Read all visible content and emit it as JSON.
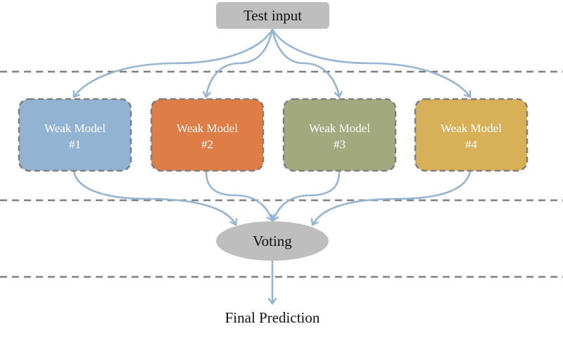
{
  "diagram": {
    "title": "Ensemble voting diagram",
    "input_node": {
      "label": "Test input",
      "color": "#bebebe"
    },
    "models": [
      {
        "line1": "Weak Model",
        "line2": "#1",
        "color": "#93b3d2"
      },
      {
        "line1": "Weak Model",
        "line2": "#2",
        "color": "#de7d45"
      },
      {
        "line1": "Weak Model",
        "line2": "#3",
        "color": "#a3a97e"
      },
      {
        "line1": "Weak Model",
        "line2": "#4",
        "color": "#d8b058"
      }
    ],
    "voting_node": {
      "label": "Voting",
      "color": "#bebebe"
    },
    "output_node": {
      "label": "Final Prediction"
    },
    "colors": {
      "arrow": "#96b5d2",
      "divider": "#7f7f7f",
      "box_border": "#7f7f7f",
      "model_text": "#ffffff",
      "text": "#111111"
    }
  }
}
